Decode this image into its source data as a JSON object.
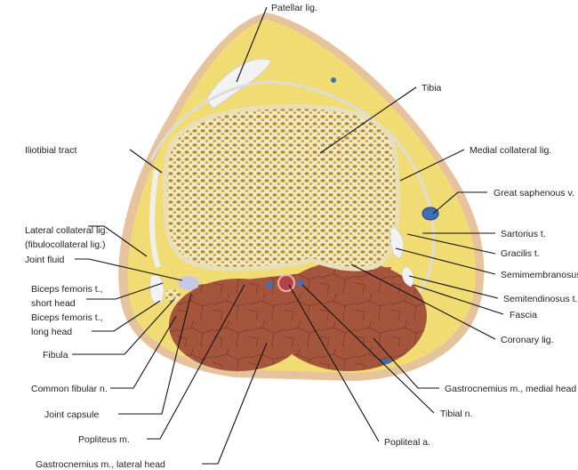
{
  "labels": {
    "patellar_lig": "Patellar lig.",
    "tibia": "Tibia",
    "iliotibial_tract": "Iliotibial tract",
    "medial_collateral_lig": "Medial collateral lig.",
    "great_saphenous_v": "Great saphenous v.",
    "lateral_collateral_lig_1": "Lateral collateral lig.",
    "lateral_collateral_lig_2": "(fibulocollateral lig.)",
    "sartorius_t": "Sartorius t.",
    "joint_fluid": "Joint fluid",
    "gracilis_t": "Gracilis t.",
    "semimembranosus_t": "Semimembranosus t.",
    "biceps_short_1": "Biceps femoris t.,",
    "biceps_short_2": "short head",
    "semitendinosus_t": "Semitendinosus t.",
    "biceps_long_1": "Biceps femoris t.,",
    "biceps_long_2": "long head",
    "fascia": "Fascia",
    "fibula": "Fibula",
    "coronary_lig": "Coronary lig.",
    "common_fibular_n": "Common fibular n.",
    "gastroc_medial": "Gastrocnemius m., medial head",
    "joint_capsule": "Joint capsule",
    "tibial_n": "Tibial n.",
    "popliteus_m": "Popliteus m.",
    "popliteal_a": "Popliteal a.",
    "gastroc_lateral": "Gastrocnemius m., lateral head"
  },
  "colors": {
    "skin": "#e6c39c",
    "fat": "#f1db73",
    "bone": "#f2e8c2",
    "trabecula": "#b48c2c",
    "muscle": "#a4553c",
    "tendon": "#f2f2f2",
    "vein": "#3f6fb5",
    "artery": "#b3434a"
  }
}
